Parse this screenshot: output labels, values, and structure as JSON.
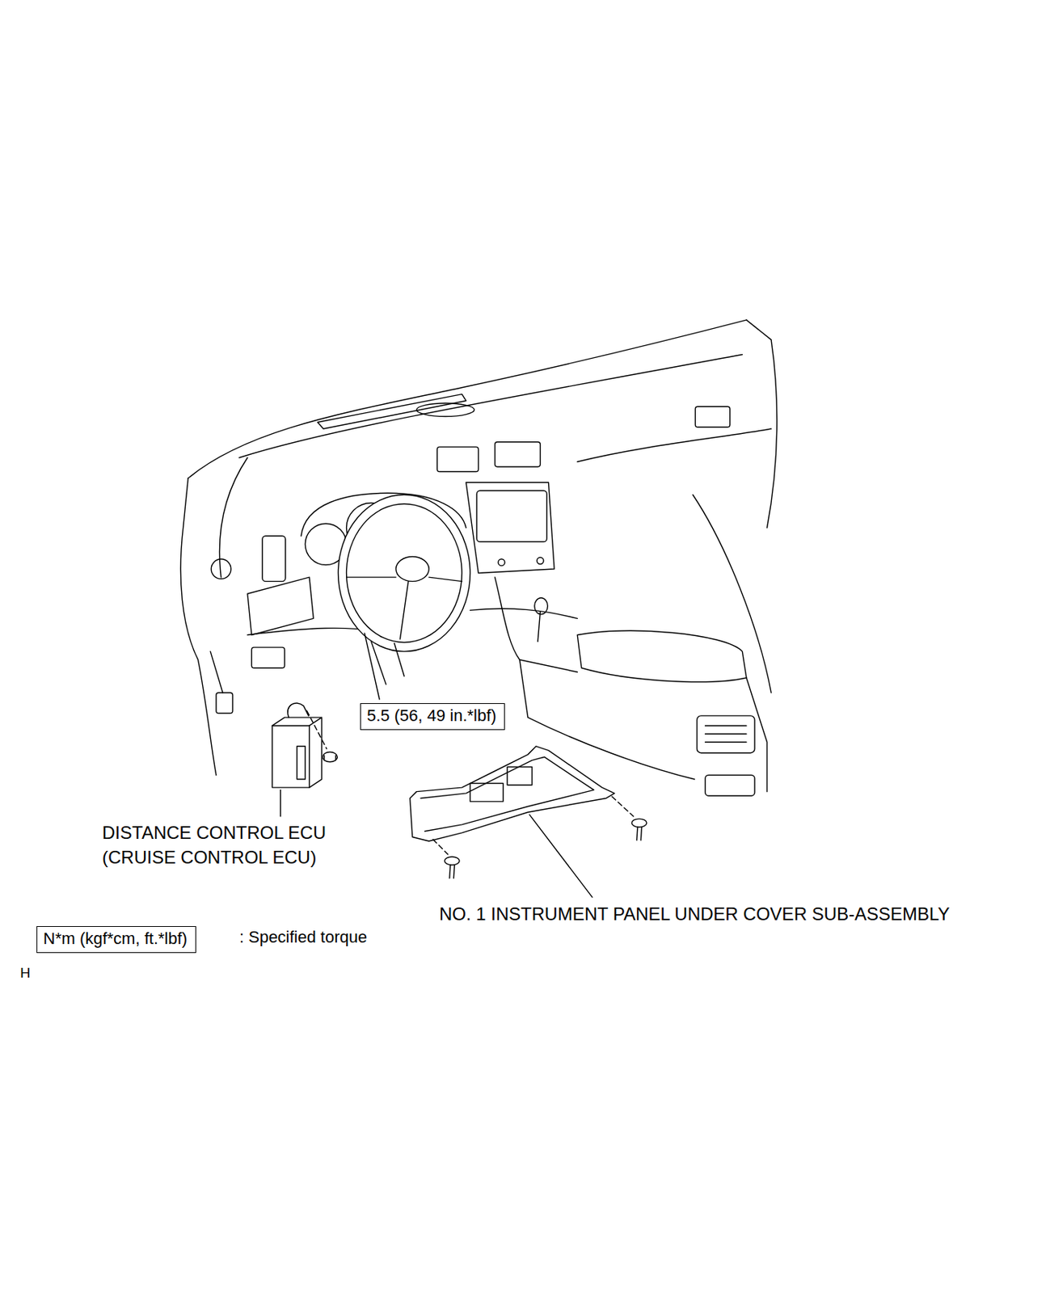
{
  "diagram": {
    "nodes": [
      {
        "text": [
          "5.5 (56, 49 in.*lbf)"
        ]
      },
      {
        "text": [
          "N*m (kgf*cm, ft.*lbf)"
        ]
      }
    ],
    "labels": [
      "DISTANCE CONTROL ECU",
      "(CRUISE CONTROL ECU)",
      "NO. 1 INSTRUMENT PANEL UNDER COVER SUB-ASSEMBLY",
      ": Specified torque",
      "H"
    ]
  }
}
